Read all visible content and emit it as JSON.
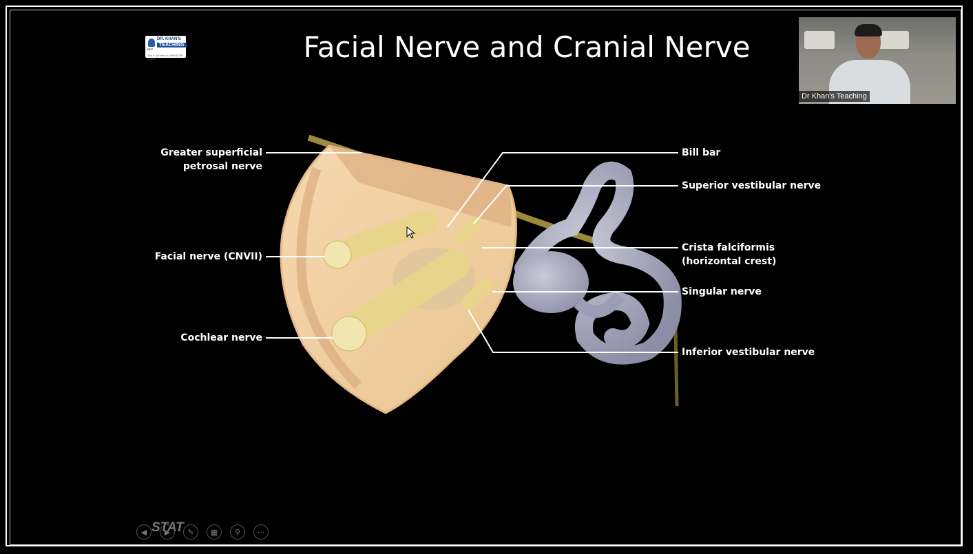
{
  "slide": {
    "title": "Facial Nerve and Cranial Nerve"
  },
  "logo": {
    "line1": "DR. KHAN'S",
    "line2": "TEACHING",
    "line0": "DKT",
    "tagline": "The # 1st Hub of USMLE DR Exams"
  },
  "webcam": {
    "name_label": "Dr Khan's Teaching"
  },
  "labels": {
    "greater_superficial": "Greater superficial\npetrosal nerve",
    "facial_nerve": "Facial nerve (CNVII)",
    "cochlear_nerve": "Cochlear nerve",
    "bill_bar": "Bill bar",
    "superior_vestibular": "Superior vestibular nerve",
    "crista_falciformis": "Crista falciformis\n(horizontal crest)",
    "singular_nerve": "Singular nerve",
    "inferior_vestibular": "Inferior vestibular nerve"
  },
  "controls": {
    "stat_watermark": "STAT",
    "buttons": [
      "previous",
      "next",
      "pen",
      "slides",
      "zoom",
      "more"
    ]
  },
  "colors": {
    "background": "#000000",
    "nerve": "#e8d48a",
    "bone": "#f0cfa0",
    "labyrinth": "#9a9bb0"
  }
}
